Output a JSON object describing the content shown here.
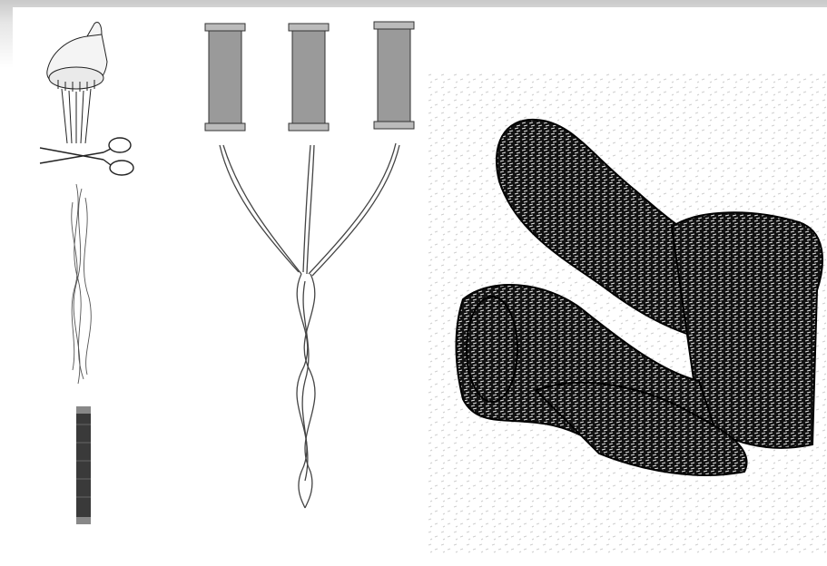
{
  "figure": {
    "kind": "engraving",
    "illustrations": [
      {
        "name": "rope-fiber-bundle-cut-to-yarn"
      },
      {
        "name": "three-yarn-spools-twisted-into-strand"
      },
      {
        "name": "hawser-rope-knot-closeup"
      }
    ],
    "colors": {
      "ink": "#111111",
      "paper": "#ffffff",
      "frame": "#d8d8d8"
    }
  }
}
